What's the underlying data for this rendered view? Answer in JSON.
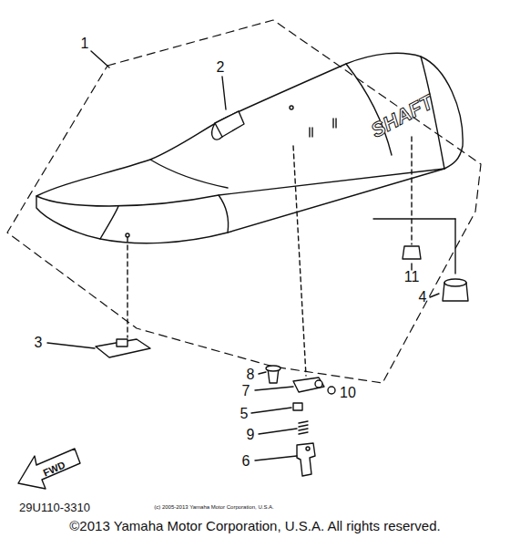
{
  "diagram": {
    "labels": [
      "1",
      "2",
      "3",
      "4",
      "5",
      "6",
      "7",
      "8",
      "9",
      "10",
      "11",
      "SHAFT",
      "FWD",
      "29U110-3310",
      "(c) 2005-2013 Yamaha Motor Corporation, U.S.A.",
      "©2013 Yamaha Motor Corporation, U.S.A. All rights reserved."
    ]
  }
}
